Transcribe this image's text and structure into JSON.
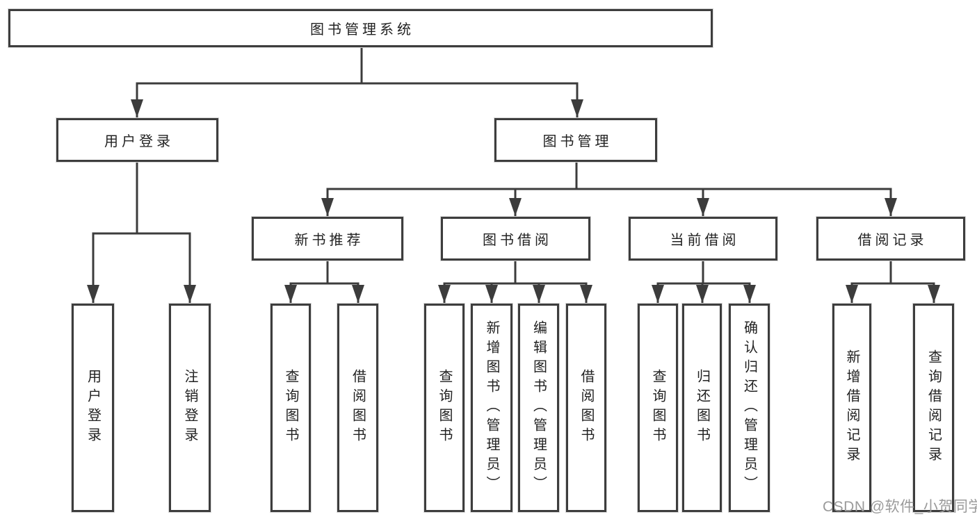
{
  "diagram": {
    "root": {
      "label": "图书管理系统"
    },
    "level2": [
      {
        "label": "用户登录",
        "children": [
          "用户登录",
          "注销登录"
        ]
      },
      {
        "label": "图书管理",
        "children": [
          {
            "label": "新书推荐",
            "children": [
              "查询图书",
              "借阅图书"
            ]
          },
          {
            "label": "图书借阅",
            "children": [
              "查询图书",
              "新增图书（管理员）",
              "编辑图书（管理员）",
              "借阅图书"
            ]
          },
          {
            "label": "当前借阅",
            "children": [
              "查询图书",
              "归还图书",
              "确认归还（管理员）"
            ]
          },
          {
            "label": "借阅记录",
            "children": [
              "新增借阅记录",
              "查询借阅记录"
            ]
          }
        ]
      }
    ]
  },
  "watermark": {
    "text": "CSDN @软件_小贺同学"
  },
  "colors": {
    "line": "#3c3c3c",
    "box_border": "#3d3d3d",
    "text": "#222222",
    "watermark": "#9a9a9a",
    "background": "#ffffff"
  }
}
